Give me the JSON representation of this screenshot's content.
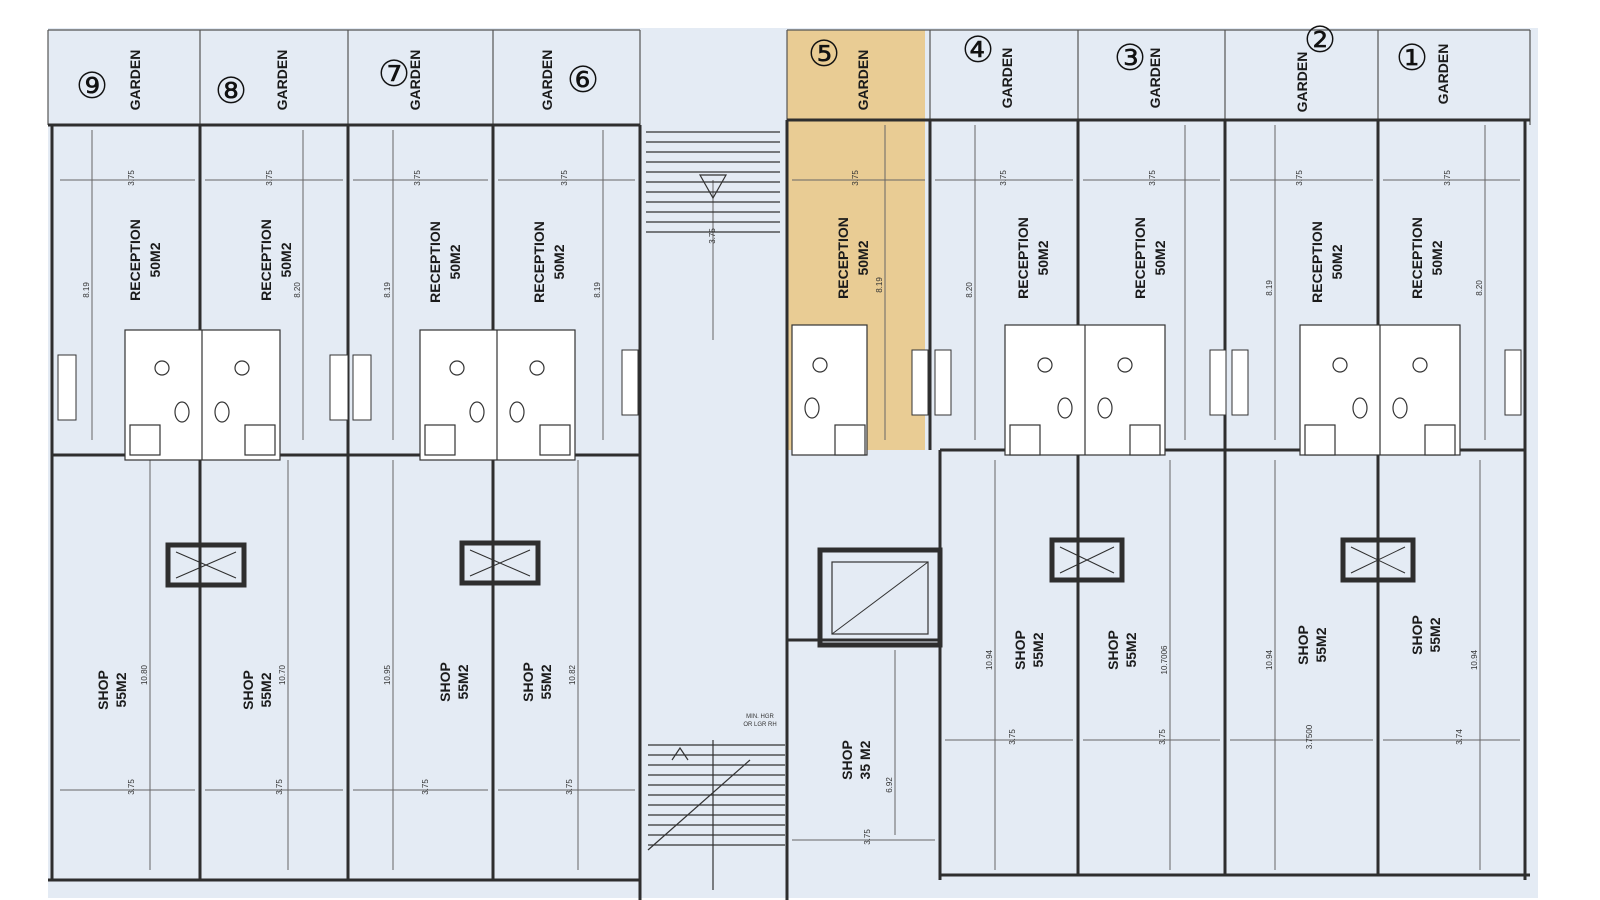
{
  "labels": {
    "garden": "GARDEN",
    "reception": "RECEPTION",
    "reception_area": "50M2",
    "shop": "SHOP",
    "shop_area_55": "55M2",
    "shop_area_small": "35 M2",
    "stair_note_1": "MIN. HGR",
    "stair_note_2": "OR LGR RH"
  },
  "units": [
    {
      "number": "⑨"
    },
    {
      "number": "⑧"
    },
    {
      "number": "⑦"
    },
    {
      "number": "⑥"
    },
    {
      "number": "⑤",
      "highlighted": true
    },
    {
      "number": "④"
    },
    {
      "number": "③"
    },
    {
      "number": "②"
    },
    {
      "number": "①"
    }
  ],
  "dimensions": {
    "width_reception": "3.75",
    "width_corridor": "3.75",
    "depth_reception": [
      "8.19",
      "8.20",
      "8.19",
      "8.19",
      "8.19",
      "8.20",
      "8.19",
      "8.20"
    ],
    "depth_shop_left": [
      "10.80",
      "10.70",
      "10.95",
      "10.82"
    ],
    "depth_shop_right": [
      "10.94",
      "10.7006",
      "10.94",
      "10.94"
    ],
    "depth_small_shop": "6.92",
    "width_shop_left": [
      "3.75",
      "3.75",
      "3.75",
      "3.75"
    ],
    "width_shop_right": [
      "3.75",
      "3.75",
      "3.7500",
      "3.74"
    ],
    "width_small_shop": "3.75"
  },
  "colors": {
    "background": "#e4ebf4",
    "wall": "#2e2e2e",
    "highlight": "#e9c98a"
  }
}
